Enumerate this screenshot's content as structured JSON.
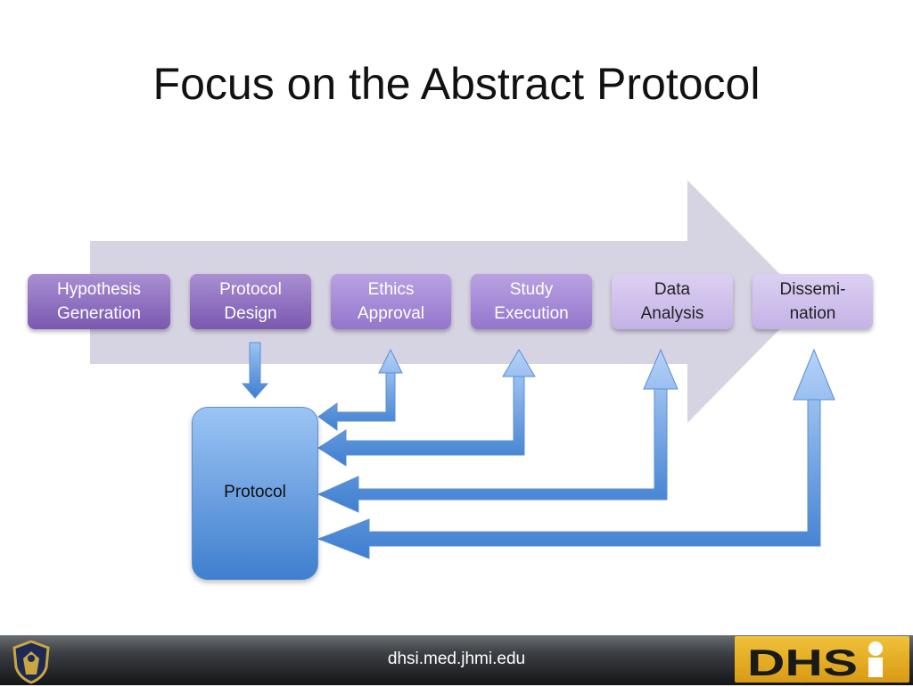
{
  "title": "Focus on the Abstract Protocol",
  "stages": [
    {
      "label": "Hypothesis\nGeneration"
    },
    {
      "label": "Protocol\nDesign"
    },
    {
      "label": "Ethics\nApproval"
    },
    {
      "label": "Study\nExecution"
    },
    {
      "label": "Data\nAnalysis"
    },
    {
      "label": "Dissemi-\nnation"
    }
  ],
  "protocol_box": {
    "label": "Protocol"
  },
  "footer": {
    "url": "dhsi.med.jhmi.edu",
    "logo_text": "DHSi",
    "seal_icon": "university-seal-icon"
  },
  "colors": {
    "big_arrow": "#d6d3e3",
    "stage_dark": "#7a58b0",
    "stage_light": "#c4b2e6",
    "feedback_arrow": "#5a92dc",
    "footer_bg": "#141518",
    "logo_bg": "#e7ae22"
  }
}
